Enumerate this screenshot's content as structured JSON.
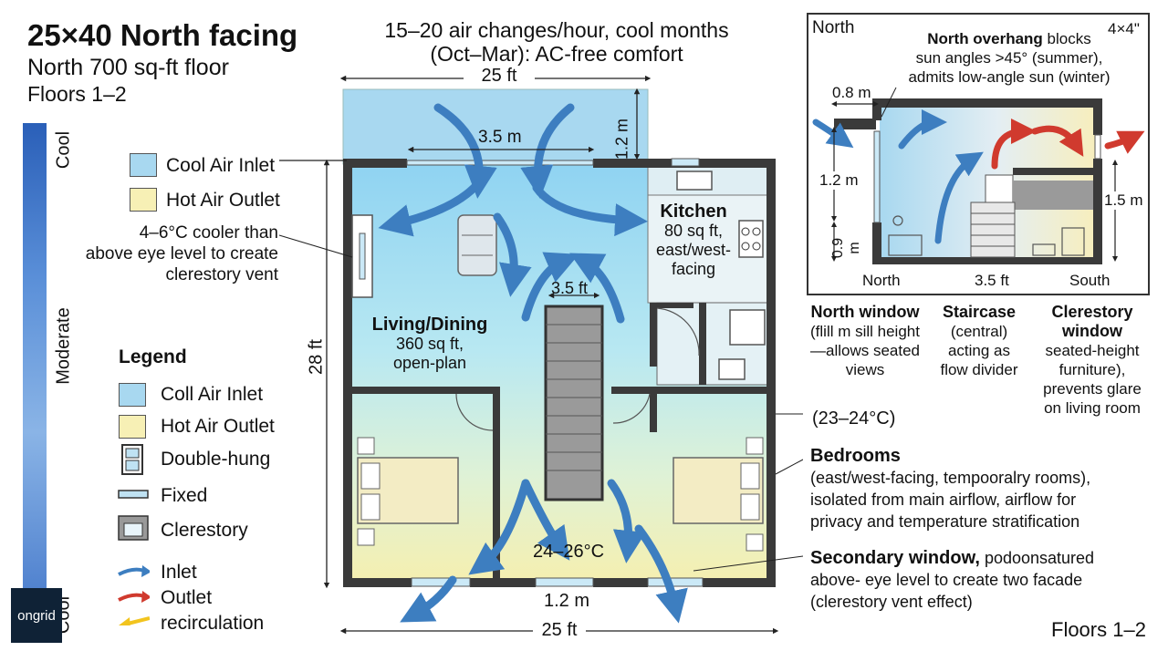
{
  "header": {
    "title": "25×40 North facing",
    "subtitle1": "North 700 sq-ft floor",
    "subtitle2": "Floors 1–2",
    "note_line1": "15–20 air changes/hour, cool months",
    "note_line2": "(Oct–Mar): AC-free comfort"
  },
  "scale_bar": {
    "top": "Cool",
    "middle": "Moderate",
    "bottom": "Cool"
  },
  "left_labels": {
    "cool_inlet": "Cool Air Inlet",
    "hot_outlet": "Hot Air Outlet",
    "note1": "4–6°C cooler than",
    "note2": "above eye level to create",
    "note3": "clerestory vent"
  },
  "legend": {
    "title": "Legend",
    "items": [
      "Coll Air Inlet",
      "Hot Air Outlet",
      "Double-hung",
      "Fixed",
      "Clerestory",
      "Inlet",
      "Outlet",
      "recirculation"
    ]
  },
  "plan": {
    "top_width": "25 ft",
    "porch_depth": "1.2 m",
    "inlet_width": "3.5 m",
    "stair_width": "3.5 ft",
    "height": "28 ft",
    "bottom_window": "1.2 m",
    "bottom_width": "25 ft",
    "kitchen_title": "Kitchen",
    "kitchen_l1": "80 sq ft,",
    "kitchen_l2": "east/west-",
    "kitchen_l3": "facing",
    "living_title": "Living/Dining",
    "living_l1": "360 sq ft,",
    "living_l2": "open-plan",
    "temp_low": "24–26°C",
    "temp_mid": "(23–24°C)"
  },
  "right_notes": {
    "bedrooms_title": "Bedrooms",
    "bedrooms_l1": "(east/west-facing, tempooralry rooms),",
    "bedrooms_l2": "isolated from main airflow, airflow for",
    "bedrooms_l3": "privacy and temperature stratification",
    "secondary_title": "Secondary window,",
    "secondary_l1_rest": " podoonsatured",
    "secondary_l2": "above- eye level to create two facade",
    "secondary_l3": "(clerestory vent effect)"
  },
  "section": {
    "north_corner": "North",
    "scale": "4×4\"",
    "overhang_bold": "North overhang",
    "overhang_rest": " blocks",
    "overhang_l2": "sun angles >45° (summer),",
    "overhang_l3": "admits low-angle sun (winter)",
    "dim_overhang": "0.8 m",
    "dim_window": "1.2 m",
    "dim_sill": "0.9 m",
    "dim_right": "1.5 m",
    "bottom_north": "North",
    "bottom_stair": "3.5 ft",
    "bottom_south": "South"
  },
  "section_notes": {
    "north_window_title": "North window",
    "north_window_l1": "(flill m sill height",
    "north_window_l2": "—allows seated",
    "north_window_l3": "views",
    "staircase_title": "Staircase",
    "staircase_l1": "(central)",
    "staircase_l2": "acting as",
    "staircase_l3": "flow divider",
    "clerestory_title1": "Clerestory",
    "clerestory_title2": "window",
    "clerestory_l1": "seated-height",
    "clerestory_l2": "furniture),",
    "clerestory_l3": "prevents glare",
    "clerestory_l4": "on living room"
  },
  "footer": {
    "floors": "Floors 1–2",
    "logo": "ongrid"
  },
  "colors": {
    "cool": "#a8d8f0",
    "hot": "#f7f0b5",
    "wall": "#3a3a3a",
    "arrow_blue": "#3d7ec0",
    "arrow_red": "#d03a2e",
    "arrow_yellow": "#f2c41e"
  }
}
